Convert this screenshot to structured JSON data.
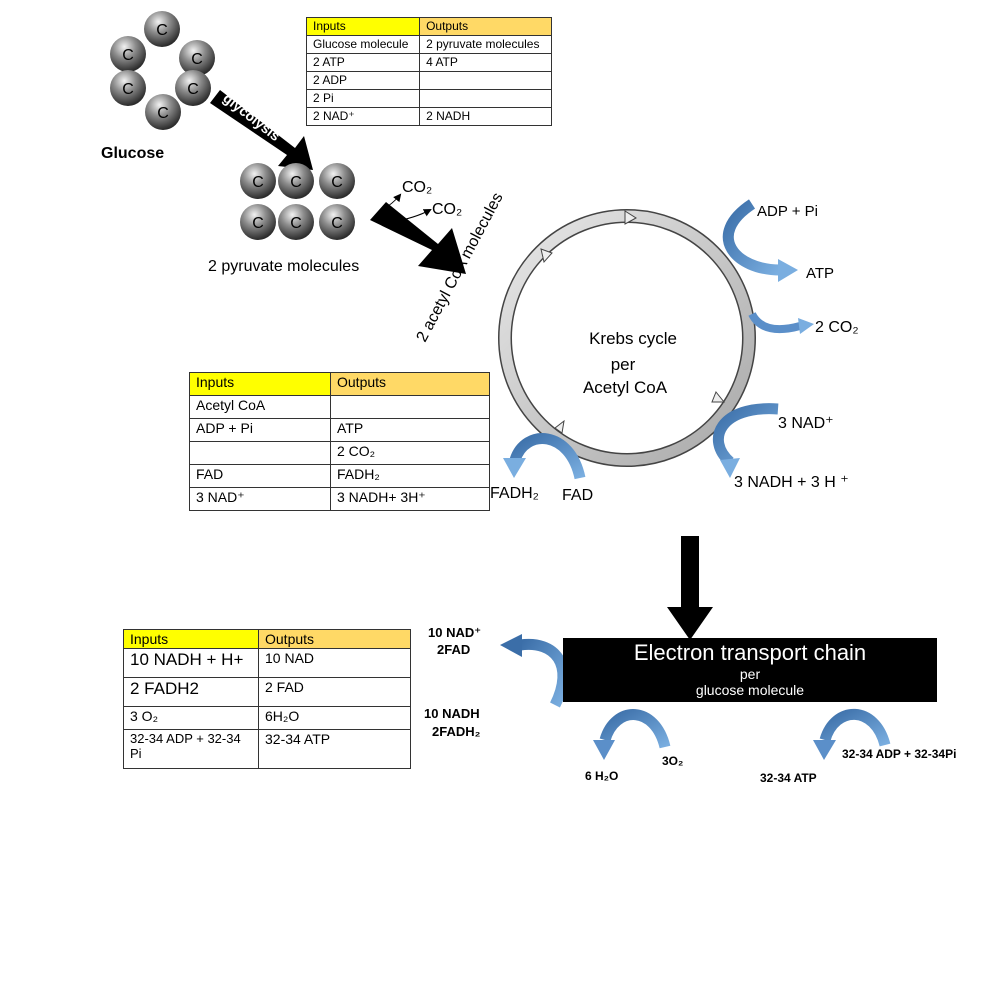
{
  "glucose": {
    "atom": "C",
    "label": "Glucose",
    "arrow_label": "glycolysis"
  },
  "glycolysis_table": {
    "headers": [
      "Inputs",
      "Outputs"
    ],
    "rows": [
      [
        "Glucose molecule",
        "2 pyruvate molecules"
      ],
      [
        "2 ATP",
        "4 ATP"
      ],
      [
        "2 ADP",
        ""
      ],
      [
        "2 Pi",
        ""
      ],
      [
        "2 NAD⁺",
        "2 NADH"
      ]
    ]
  },
  "pyruvate": {
    "atom": "C",
    "label": "2 pyruvate molecules",
    "co2_a": "CO₂",
    "co2_b": "CO₂",
    "acetyl_label": "2 acetyl CoA molecules"
  },
  "krebs": {
    "title_line1": "Krebs cycle",
    "title_line2": "per",
    "title_line3": "Acetyl CoA",
    "adp_pi": "ADP + Pi",
    "atp": "ATP",
    "co2": "2 CO₂",
    "nad": "3 NAD⁺",
    "nadh": "3 NADH + 3 H ⁺",
    "fadh2": "FADH₂",
    "fad": "FAD"
  },
  "krebs_table": {
    "headers": [
      "Inputs",
      "Outputs"
    ],
    "rows": [
      [
        "Acetyl CoA",
        ""
      ],
      [
        " ADP + Pi",
        "ATP"
      ],
      [
        "",
        "2 CO₂"
      ],
      [
        "FAD",
        "FADH₂"
      ],
      [
        "3 NAD⁺",
        "3 NADH+ 3H⁺"
      ]
    ]
  },
  "etc": {
    "title": "Electron transport chain",
    "sub1": "per",
    "sub2": "glucose molecule",
    "nad_out": "10 NAD⁺",
    "fad_out": "2FAD",
    "nadh_in": "10 NADH",
    "fadh2_in": "2FADH₂",
    "h2o": "6 H₂O",
    "o2": "3O₂",
    "atp": "32-34 ATP",
    "adp": "32-34 ADP + 32-34Pi"
  },
  "etc_table": {
    "headers": [
      "Inputs",
      "Outputs"
    ],
    "rows": [
      [
        "10 NADH + H+",
        "10 NAD"
      ],
      [
        " 2 FADH2",
        "2 FAD"
      ],
      [
        "3 O₂",
        "6H₂O"
      ],
      [
        "32-34 ADP + 32-34 Pi",
        "32-34 ATP"
      ]
    ]
  },
  "colors": {
    "curved_arrow": "#5b8fc9",
    "arrow_dark": "#2f5f94",
    "black_arrow": "#000000",
    "header_inputs": "#ffff00",
    "header_outputs": "#ffd966",
    "carbon_ball": "#666666"
  }
}
